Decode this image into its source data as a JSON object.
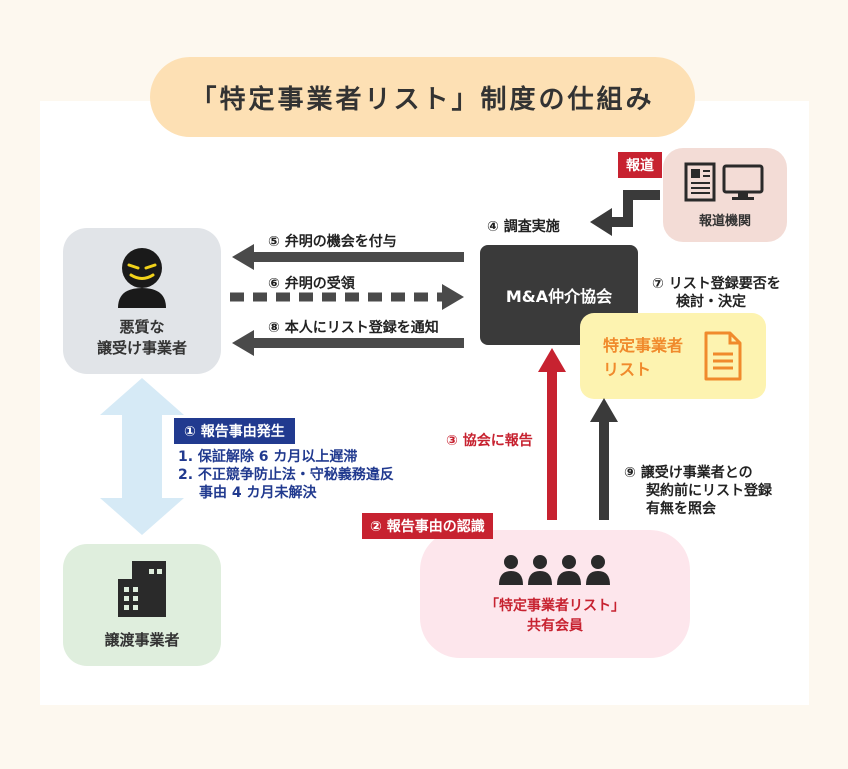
{
  "title": "「特定事業者リスト」制度の仕組み",
  "nodes": {
    "bad_buyer": {
      "line1": "悪質な",
      "line2": "譲受け事業者"
    },
    "seller": {
      "label": "譲渡事業者"
    },
    "association": {
      "label": "M&A仲介協会"
    },
    "media": {
      "label": "報道機関",
      "tag": "報道"
    },
    "list": {
      "line1": "特定事業者",
      "line2": "リスト"
    },
    "members": {
      "line1": "「特定事業者リスト」",
      "line2": "共有会員"
    }
  },
  "steps": {
    "s1": "① 報告事由発生",
    "s1_items": [
      "1. 保証解除 6 カ月以上遅滞",
      "2. 不正競争防止法・守秘義務違反",
      "事由 4 カ月未解決"
    ],
    "s2": "② 報告事由の認識",
    "s3": "③ 協会に報告",
    "s4": "④ 調査実施",
    "s5": "⑤ 弁明の機会を付与",
    "s6": "⑥ 弁明の受領",
    "s7_line1": "⑦ リスト登録要否を",
    "s7_line2": "検討・決定",
    "s8": "⑧ 本人にリスト登録を通知",
    "s9_line1": "⑨ 譲受け事業者との",
    "s9_line2": "契約前にリスト登録",
    "s9_line3": "有無を照会"
  },
  "colors": {
    "title_bg": "#fde0b4",
    "gray_box": "#e1e4e8",
    "green_box": "#dfeedd",
    "pink_box": "#fde6ec",
    "media_box": "#f3dcd6",
    "list_box": "#fdf3b0",
    "dark": "#3a3a3a",
    "red": "#c72230",
    "blue_text": "#213a8f",
    "orange": "#f08a2c"
  }
}
